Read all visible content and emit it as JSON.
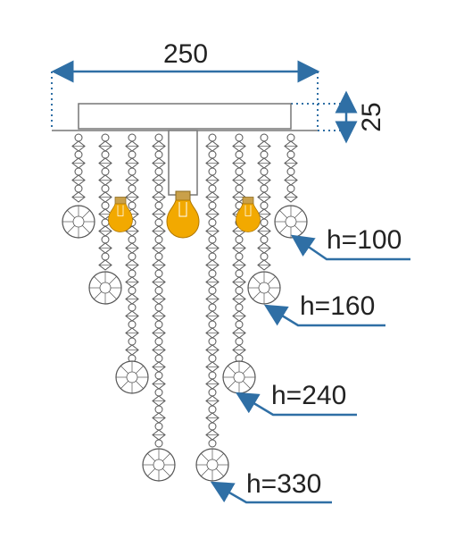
{
  "dimensions": {
    "width_label": "250",
    "height_label": "25"
  },
  "strand_labels": [
    {
      "text": "h=100"
    },
    {
      "text": "h=160"
    },
    {
      "text": "h=240"
    },
    {
      "text": "h=330"
    }
  ],
  "colors": {
    "dimension_line": "#2f6fa5",
    "leader_line": "#2f6fa5",
    "crystal_outline": "#555555",
    "bulb": "#f2a900",
    "canopy": "#777777"
  },
  "icons": {
    "bulb": "light-bulb-icon",
    "crystal": "crystal-bead-icon",
    "pendant": "crystal-pendant-icon"
  }
}
